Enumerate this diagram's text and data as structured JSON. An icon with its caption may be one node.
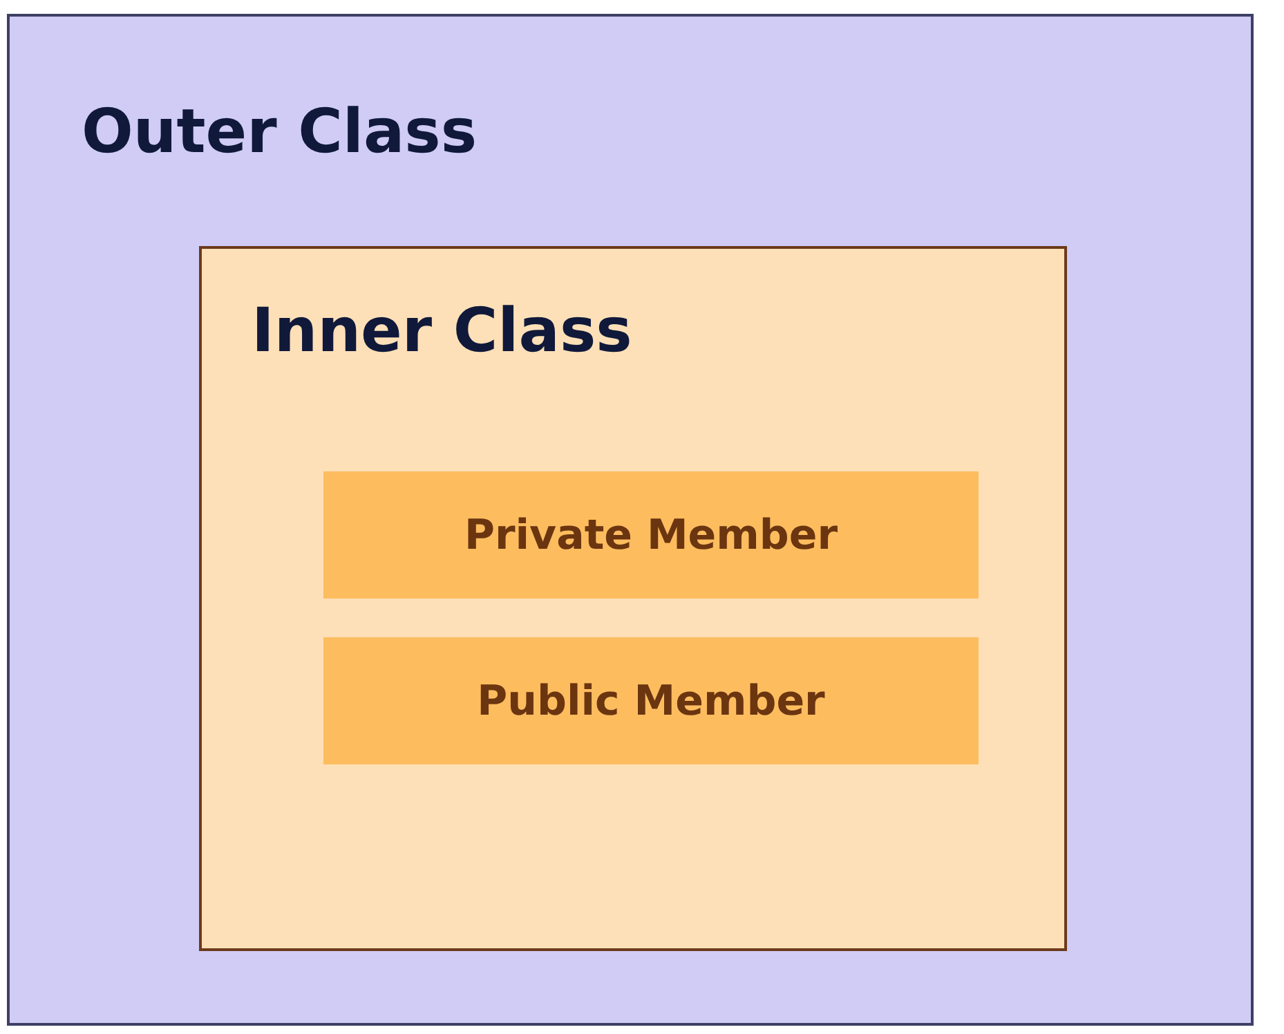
{
  "diagram": {
    "nodes": [
      {
        "text": [
          "Outer Class"
        ]
      },
      {
        "text": [
          "Inner Class"
        ],
        "in": 0
      },
      {
        "text": [
          "Private Member"
        ],
        "in": 1
      },
      {
        "text": [
          "Public Member"
        ],
        "in": 1
      }
    ]
  }
}
